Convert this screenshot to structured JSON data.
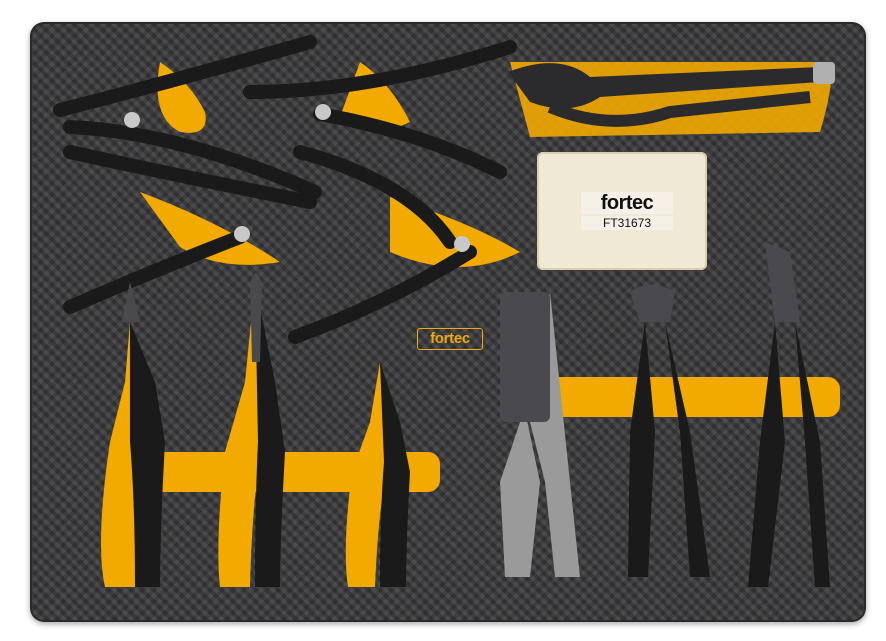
{
  "brand": "fortec",
  "kit_code": "FT31673",
  "colors": {
    "tray": "#3a3a3c",
    "foam_accent": "#f2a900",
    "handle_dark": "#1a1a1a",
    "handle_grey": "#9a9a9a",
    "metal": "#4a4a4e"
  },
  "tools": [
    "circlip-plier-1",
    "circlip-plier-2",
    "circlip-plier-3",
    "circlip-plier-4",
    "locking-plier",
    "terminal-kit",
    "combination-plier",
    "long-nose-plier",
    "diagonal-cutter",
    "crimping-tool",
    "end-cutting-nipper",
    "water-pump-plier"
  ]
}
